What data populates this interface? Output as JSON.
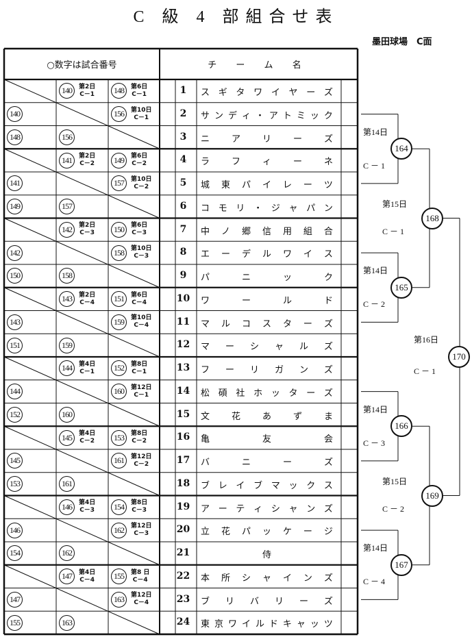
{
  "title": "C 級 4 部組合せ表",
  "venue": "墨田球場　C面",
  "header": {
    "legend": "○数字は試合番号",
    "team_col": "チ ー ム 名"
  },
  "groups": [
    {
      "games": [
        {
          "no": "140",
          "day": "第2日",
          "court": "C－1"
        },
        {
          "no": "148",
          "day": "第6日",
          "court": "C－1"
        },
        {
          "no": "156",
          "day": "第10日",
          "court": "C－1"
        }
      ]
    },
    {
      "games": [
        {
          "no": "141",
          "day": "第2日",
          "court": "C－2"
        },
        {
          "no": "149",
          "day": "第6日",
          "court": "C－2"
        },
        {
          "no": "157",
          "day": "第10日",
          "court": "C－2"
        }
      ]
    },
    {
      "games": [
        {
          "no": "142",
          "day": "第2日",
          "court": "C－3"
        },
        {
          "no": "150",
          "day": "第6日",
          "court": "C－3"
        },
        {
          "no": "158",
          "day": "第10日",
          "court": "C－3"
        }
      ]
    },
    {
      "games": [
        {
          "no": "143",
          "day": "第2日",
          "court": "C－4"
        },
        {
          "no": "151",
          "day": "第6日",
          "court": "C－4"
        },
        {
          "no": "159",
          "day": "第10日",
          "court": "C－4"
        }
      ]
    },
    {
      "games": [
        {
          "no": "144",
          "day": "第4日",
          "court": "C－1"
        },
        {
          "no": "152",
          "day": "第8日",
          "court": "C－1"
        },
        {
          "no": "160",
          "day": "第12日",
          "court": "C－1"
        }
      ]
    },
    {
      "games": [
        {
          "no": "145",
          "day": "第4日",
          "court": "C－2"
        },
        {
          "no": "153",
          "day": "第8日",
          "court": "C－2"
        },
        {
          "no": "161",
          "day": "第12日",
          "court": "C－2"
        }
      ]
    },
    {
      "games": [
        {
          "no": "146",
          "day": "第4日",
          "court": "C－3"
        },
        {
          "no": "154",
          "day": "第8日",
          "court": "C－3"
        },
        {
          "no": "162",
          "day": "第12日",
          "court": "C－3"
        }
      ]
    },
    {
      "games": [
        {
          "no": "147",
          "day": "第4日",
          "court": "C－4"
        },
        {
          "no": "155",
          "day": "第8 日",
          "court": "C－4"
        },
        {
          "no": "163",
          "day": "第12日",
          "court": "C－4"
        }
      ]
    }
  ],
  "teams": [
    {
      "no": "1",
      "name": [
        "ス",
        "ギ",
        "タ",
        "ワ",
        "イ",
        "ヤ",
        "ー",
        "ズ"
      ]
    },
    {
      "no": "2",
      "name": [
        "サ",
        "ン",
        "デ",
        "ィ",
        "・",
        "ア",
        "ト",
        "ミ",
        "ッ",
        "ク"
      ]
    },
    {
      "no": "3",
      "name": [
        "ニ",
        "ア",
        "リ",
        "ー",
        "ズ"
      ]
    },
    {
      "no": "4",
      "name": [
        "ラ",
        "フ",
        "ィ",
        "ー",
        "ネ"
      ]
    },
    {
      "no": "5",
      "name": [
        "城",
        "東",
        "パ",
        "イ",
        "レ",
        "ー",
        "ツ"
      ]
    },
    {
      "no": "6",
      "name": [
        "コ",
        "モ",
        "リ",
        "・",
        "ジ",
        "ャ",
        "パ",
        "ン"
      ]
    },
    {
      "no": "7",
      "name": [
        "中",
        "ノ",
        "郷",
        "信",
        "用",
        "組",
        "合"
      ]
    },
    {
      "no": "8",
      "name": [
        "エ",
        "ー",
        "デ",
        "ル",
        "ワ",
        "イ",
        "ス"
      ]
    },
    {
      "no": "9",
      "name": [
        "パ",
        "ニ",
        "ッ",
        "ク"
      ]
    },
    {
      "no": "10",
      "name": [
        "ワ",
        "ー",
        "ル",
        "ド"
      ]
    },
    {
      "no": "11",
      "name": [
        "マ",
        "ル",
        "コ",
        "ス",
        "タ",
        "ー",
        "ズ"
      ]
    },
    {
      "no": "12",
      "name": [
        "マ",
        "ー",
        "シ",
        "ャ",
        "ル",
        "ズ"
      ]
    },
    {
      "no": "13",
      "name": [
        "フ",
        "ー",
        "リ",
        "ガ",
        "ン",
        "ズ"
      ]
    },
    {
      "no": "14",
      "name": [
        "松",
        "碩",
        "社",
        "ホ",
        "ッ",
        "タ",
        "ー",
        "ズ"
      ]
    },
    {
      "no": "15",
      "name": [
        "文",
        "花",
        "あ",
        "ず",
        "ま"
      ]
    },
    {
      "no": "16",
      "name": [
        "亀",
        "友",
        "会"
      ]
    },
    {
      "no": "17",
      "name": [
        "バ",
        "ニ",
        "ー",
        "ズ"
      ]
    },
    {
      "no": "18",
      "name": [
        "ブ",
        "レ",
        "イ",
        "ブ",
        "マ",
        "ッ",
        "ク",
        "ス"
      ]
    },
    {
      "no": "19",
      "name": [
        "ア",
        "ー",
        "テ",
        "ィ",
        "シ",
        "ャ",
        "ン",
        "ズ"
      ]
    },
    {
      "no": "20",
      "name": [
        "立",
        "花",
        "パ",
        "ッ",
        "ケ",
        "ー",
        "ジ"
      ]
    },
    {
      "no": "21",
      "name": [
        "侍"
      ]
    },
    {
      "no": "22",
      "name": [
        "本",
        "所",
        "シ",
        "ャ",
        "イ",
        "ン",
        "ズ"
      ]
    },
    {
      "no": "23",
      "name": [
        "ブ",
        "リ",
        "バ",
        "リ",
        "ー",
        "ズ"
      ]
    },
    {
      "no": "24",
      "name": [
        "東",
        "京",
        "ワ",
        "イ",
        "ル",
        "ド",
        "キ",
        "ャ",
        "ッ",
        "ツ"
      ]
    }
  ],
  "bracket": {
    "round1": [
      {
        "no": "164",
        "day": "第14日",
        "court": "C － 1"
      },
      {
        "no": "165",
        "day": "第14日",
        "court": "C － 2"
      },
      {
        "no": "166",
        "day": "第14日",
        "court": "C － 3"
      },
      {
        "no": "167",
        "day": "第14日",
        "court": "C － 4"
      }
    ],
    "round2": [
      {
        "no": "168",
        "day": "第15日",
        "court": "C － 1"
      },
      {
        "no": "169",
        "day": "第15日",
        "court": "C － 2"
      }
    ],
    "final": {
      "no": "170",
      "day": "第16日",
      "court": "C － 1"
    }
  }
}
